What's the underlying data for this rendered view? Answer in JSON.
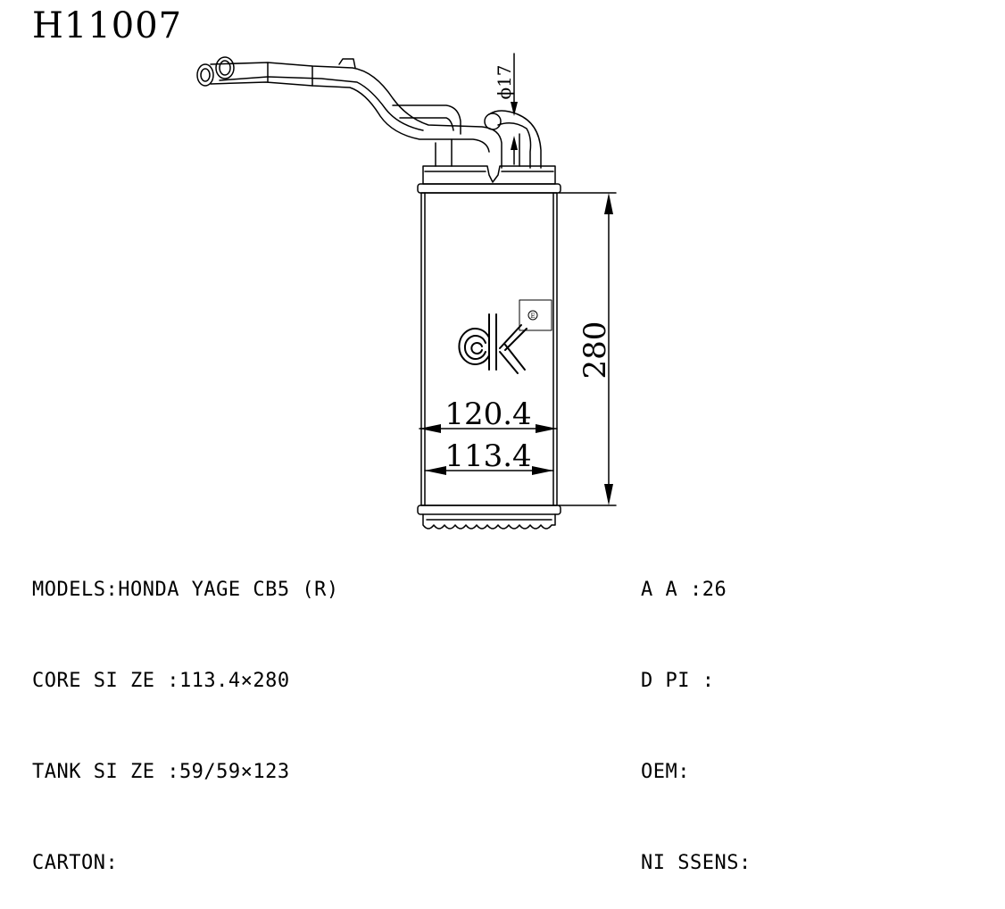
{
  "product_code": "H11007",
  "dimensions": {
    "height": "280",
    "width_outer": "120.4",
    "width_core": "113.4",
    "pipe_diameter": "ϕ17"
  },
  "logo": {
    "letters": "ck",
    "badge": "E"
  },
  "specs_left": [
    "MODELS:HONDA YAGE CB5 (R)",
    "CORE SI ZE :113.4×280",
    "TANK SI ZE :59/59×123",
    "CARTON:"
  ],
  "specs_right": [
    "A A :26",
    "D PI :",
    "OEM:",
    "NI SSENS:"
  ],
  "colors": {
    "line": "#000000",
    "background": "#ffffff"
  }
}
